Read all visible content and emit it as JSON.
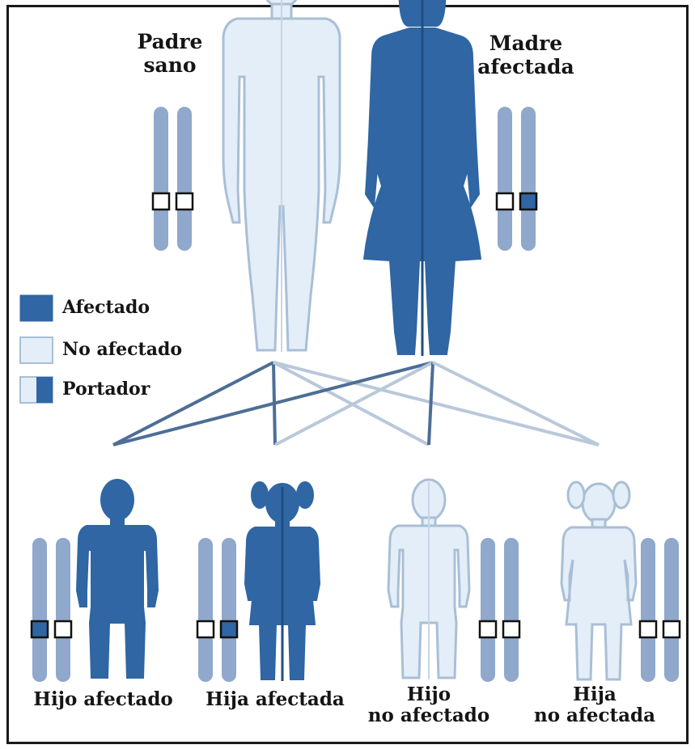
{
  "parents": {
    "father_label_line1": "Padre",
    "father_label_line2": "sano",
    "mother_label_line1": "Madre",
    "mother_label_line2": "afectada"
  },
  "legend": {
    "affected": "Afectado",
    "unaffected": "No afectado",
    "carrier": "Portador"
  },
  "children": [
    {
      "line1": "Hijo afectado",
      "line2": ""
    },
    {
      "line1": "Hija afectada",
      "line2": ""
    },
    {
      "line1": "Hijo",
      "line2": "no afectado"
    },
    {
      "line1": "Hija",
      "line2": "no afectada"
    }
  ],
  "colors": {
    "affected": "#2f66a3",
    "affected_dark": "#1f4e83",
    "unaffected": "#e4eef8",
    "outline_light": "#a9bfd6",
    "chromosome": "#8fa8cb",
    "line_dark": "#4d6e96",
    "line_light": "#b9c8da"
  }
}
